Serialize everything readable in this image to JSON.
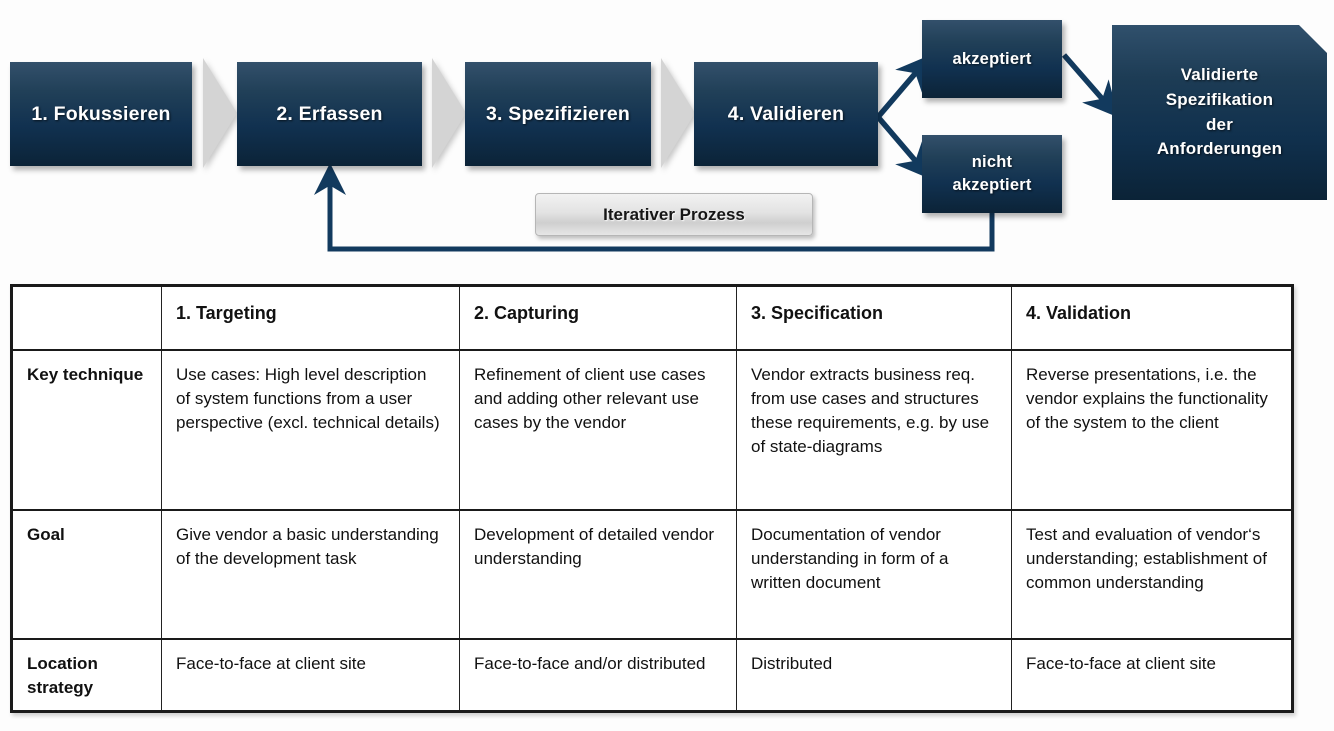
{
  "flow": {
    "stages": [
      {
        "label": "1. Fokussieren"
      },
      {
        "label": "2. Erfassen"
      },
      {
        "label": "3. Spezifizieren"
      },
      {
        "label": "4. Validieren"
      }
    ],
    "decisions": [
      {
        "label": "akzeptiert"
      },
      {
        "label": "nicht\nakzeptiert"
      }
    ],
    "outcome": {
      "label": "Validierte\nSpezifikation\nder\nAnforderungen"
    },
    "loop_label": "Iterativer Prozess",
    "colors": {
      "box_top": "#33506b",
      "box_bottom": "#0b2337",
      "arrow": "#123a5e",
      "chevron": "#d4d4d4",
      "loop_box": "#e3e3e3",
      "text_on_box": "#ffffff"
    }
  },
  "table": {
    "columns": [
      "",
      "1. Targeting",
      "2. Capturing",
      "3. Specification",
      "4. Validation"
    ],
    "rows": [
      {
        "header": "Key technique",
        "cells": [
          "Use cases: High level description of system functions from a user perspective (excl. technical details)",
          "Refinement of client use cases and adding other relevant use cases by the vendor",
          "Vendor extracts business req. from use cases and structures these requirements, e.g. by use of state-diagrams",
          "Reverse presentations, i.e. the vendor explains the functionality of the system to the client"
        ]
      },
      {
        "header": "Goal",
        "cells": [
          "Give vendor a basic understanding of the development task",
          "Development of detailed vendor understanding",
          "Documentation of vendor understanding in form of a written document",
          "Test and evaluation of vendor‘s understanding; establishment of common understanding"
        ]
      },
      {
        "header": "Location strategy",
        "cells": [
          "Face-to-face at client site",
          "Face-to-face and/or distributed",
          "Distributed",
          "Face-to-face at client site"
        ]
      }
    ]
  }
}
